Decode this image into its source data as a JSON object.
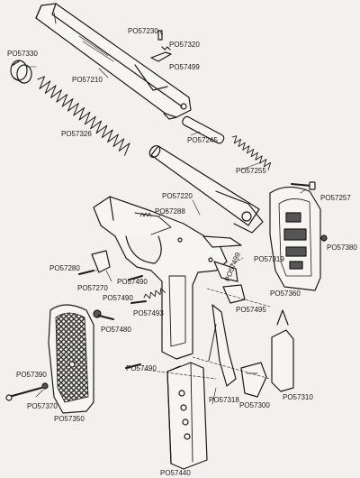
{
  "parts": [
    {
      "id": "p57230",
      "label": "PO57230"
    },
    {
      "id": "p57320",
      "label": "PO57320"
    },
    {
      "id": "p57499a",
      "label": "PO57499"
    },
    {
      "id": "p57330",
      "label": "PO57330"
    },
    {
      "id": "p57210",
      "label": "PO57210"
    },
    {
      "id": "p57326",
      "label": "PO57326"
    },
    {
      "id": "p57245",
      "label": "PO57245"
    },
    {
      "id": "p57255",
      "label": "PO57255"
    },
    {
      "id": "p57257",
      "label": "PO57257"
    },
    {
      "id": "p57220",
      "label": "PO57220"
    },
    {
      "id": "p57288",
      "label": "PO57288"
    },
    {
      "id": "p57380",
      "label": "PO57380"
    },
    {
      "id": "p57319",
      "label": "PO57319"
    },
    {
      "id": "p57280",
      "label": "PO57280"
    },
    {
      "id": "p57499b",
      "label": "PO57499"
    },
    {
      "id": "p57270",
      "label": "PO57270"
    },
    {
      "id": "p57490a",
      "label": "PO57490"
    },
    {
      "id": "p57360",
      "label": "PO57360"
    },
    {
      "id": "p57490b",
      "label": "PO57490"
    },
    {
      "id": "p57495",
      "label": "PO57495"
    },
    {
      "id": "p57493",
      "label": "PO57493"
    },
    {
      "id": "p57480",
      "label": "PO57480"
    },
    {
      "id": "p57490c",
      "label": "PO57490"
    },
    {
      "id": "p57390",
      "label": "PO57390"
    },
    {
      "id": "p57370",
      "label": "PO57370"
    },
    {
      "id": "p57318",
      "label": "PO57318"
    },
    {
      "id": "p57310",
      "label": "PO57310"
    },
    {
      "id": "p57300",
      "label": "PO57300"
    },
    {
      "id": "p57350",
      "label": "PO57350"
    },
    {
      "id": "p57440",
      "label": "PO57440"
    }
  ],
  "colors": {
    "ink": "#1b1b1b",
    "paper": "#f2f1ee",
    "shade": "#555555"
  }
}
